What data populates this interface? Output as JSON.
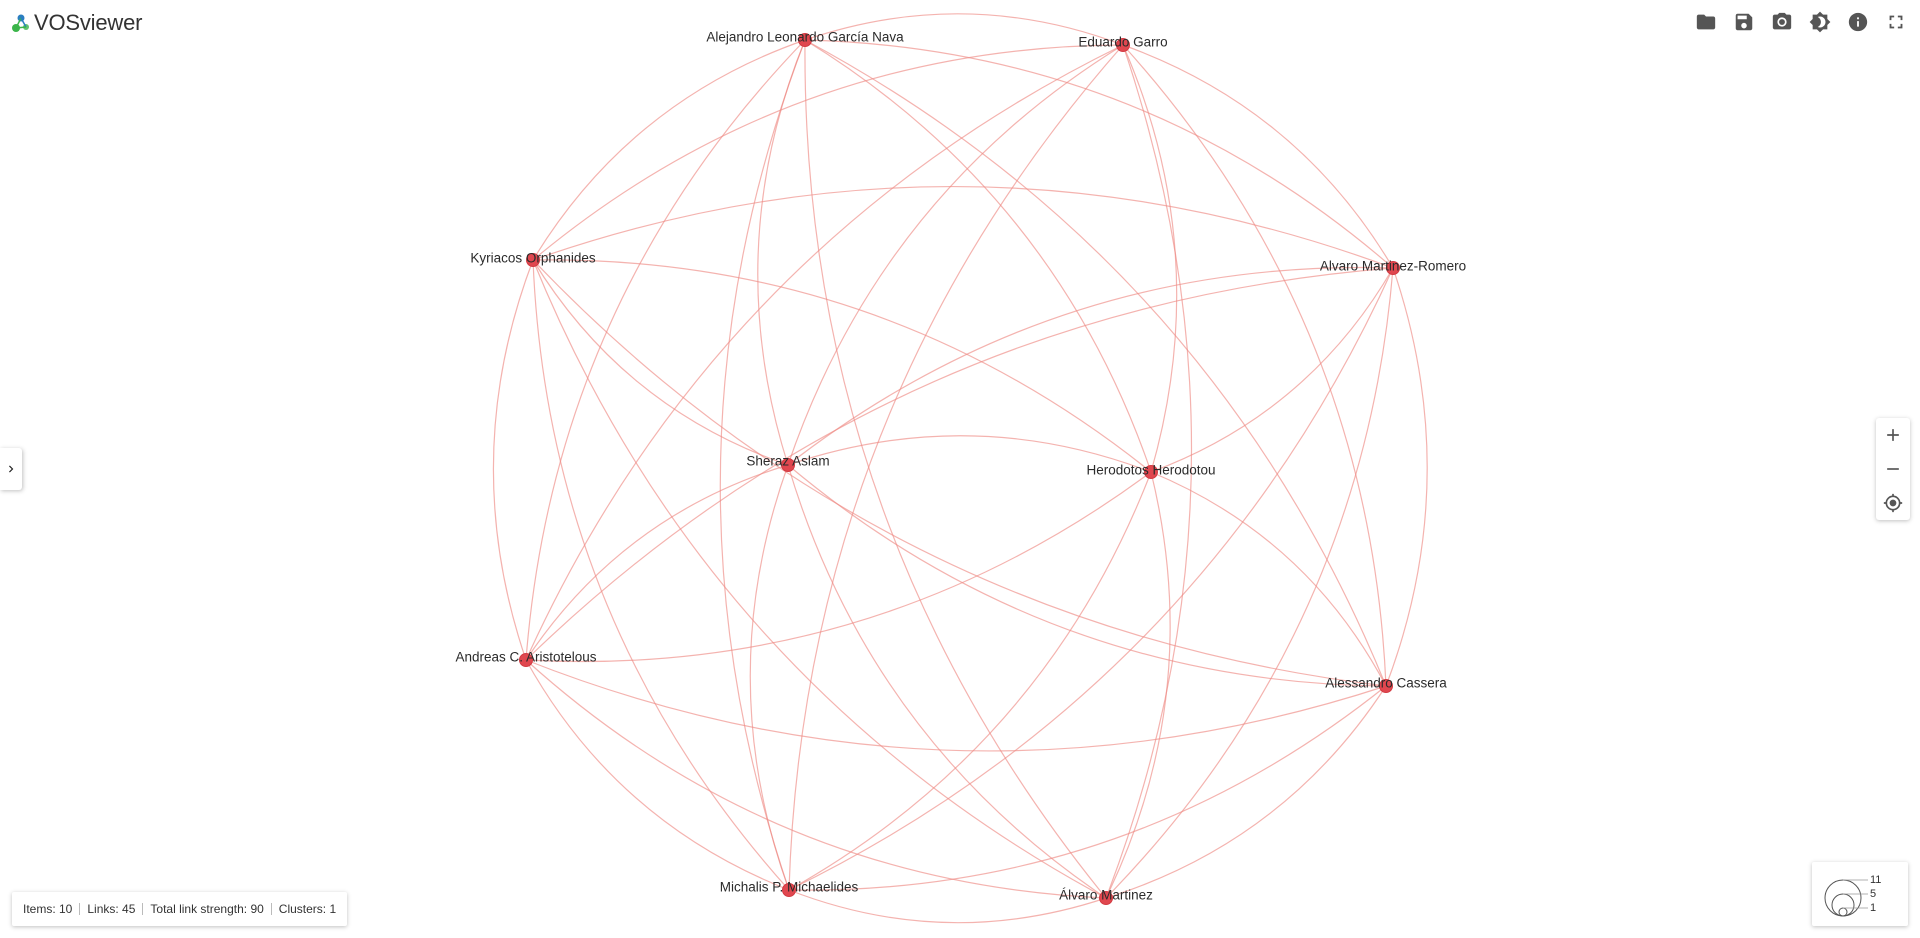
{
  "app": {
    "name": "VOSviewer",
    "colors": {
      "node": "#e0474f",
      "edge": "#ee8a84",
      "logo_green": "#3bb54a",
      "logo_blue": "#2b7ec1"
    }
  },
  "toolbar": {
    "buttons": [
      {
        "name": "open-button",
        "icon": "folder-icon"
      },
      {
        "name": "save-button",
        "icon": "save-icon"
      },
      {
        "name": "screenshot-button",
        "icon": "camera-icon"
      },
      {
        "name": "theme-button",
        "icon": "brightness-icon"
      },
      {
        "name": "info-button",
        "icon": "info-icon"
      },
      {
        "name": "fullscreen-button",
        "icon": "fullscreen-icon"
      }
    ]
  },
  "network": {
    "nodes": [
      {
        "id": "alejandro",
        "label": "Alejandro Leonardo García Nava"
      },
      {
        "id": "eduardo",
        "label": "Eduardo Garro"
      },
      {
        "id": "alvaro_mr",
        "label": "Alvaro Martinez-Romero"
      },
      {
        "id": "alessandro",
        "label": "Alessandro Cassera"
      },
      {
        "id": "alvaro_m",
        "label": "Álvaro Martinez"
      },
      {
        "id": "michalis",
        "label": "Michalis P. Michaelides"
      },
      {
        "id": "andreas",
        "label": "Andreas C. Aristotelous"
      },
      {
        "id": "kyriacos",
        "label": "Kyriacos Orphanides"
      },
      {
        "id": "sheraz",
        "label": "Sheraz Aslam"
      },
      {
        "id": "herodotos",
        "label": "Herodotos Herodotou"
      }
    ],
    "link_count": 45
  },
  "status_bar": {
    "items": "Items: 10",
    "links": "Links: 45",
    "total_link_strength": "Total link strength: 90",
    "clusters": "Clusters: 1"
  },
  "size_legend": {
    "values": [
      "11",
      "5",
      "1"
    ]
  }
}
